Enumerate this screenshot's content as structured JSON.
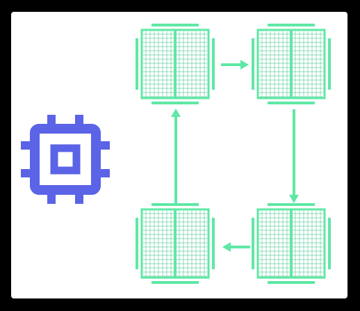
{
  "colors": {
    "page_background": "#000000",
    "canvas_background": "#ffffff",
    "cpu": "#5b63e6",
    "chip": "#5ee8a4",
    "chip_grid": "#1fb87a",
    "arrow": "#5ee8a4"
  },
  "diagram": {
    "icon": "cpu-icon",
    "nodes": [
      {
        "id": "chip-top-left",
        "icon": "memory-chip-icon"
      },
      {
        "id": "chip-top-right",
        "icon": "memory-chip-icon"
      },
      {
        "id": "chip-bottom-right",
        "icon": "memory-chip-icon"
      },
      {
        "id": "chip-bottom-left",
        "icon": "memory-chip-icon"
      }
    ],
    "edges": [
      {
        "from": "chip-top-left",
        "to": "chip-top-right"
      },
      {
        "from": "chip-top-right",
        "to": "chip-bottom-right"
      },
      {
        "from": "chip-bottom-right",
        "to": "chip-bottom-left"
      },
      {
        "from": "chip-bottom-left",
        "to": "chip-top-left"
      }
    ]
  }
}
